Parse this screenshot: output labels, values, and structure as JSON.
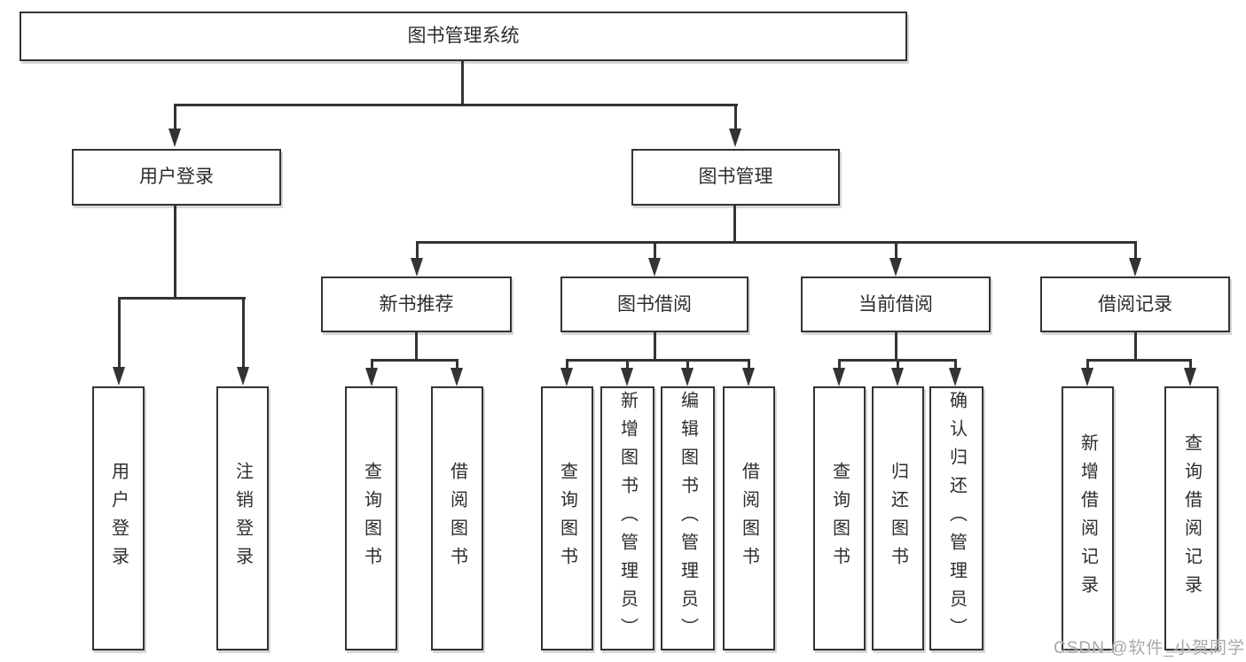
{
  "tree": {
    "root": {
      "label": "图书管理系统"
    },
    "branches": [
      {
        "label": "用户登录",
        "children": [
          {
            "label": "用户登录"
          },
          {
            "label": "注销登录"
          }
        ]
      },
      {
        "label": "图书管理",
        "children": [
          {
            "label": "新书推荐",
            "children": [
              {
                "label": "查询图书"
              },
              {
                "label": "借阅图书"
              }
            ]
          },
          {
            "label": "图书借阅",
            "children": [
              {
                "label": "查询图书"
              },
              {
                "label": "新增图书（管理员）"
              },
              {
                "label": "编辑图书（管理员）"
              },
              {
                "label": "借阅图书"
              }
            ]
          },
          {
            "label": "当前借阅",
            "children": [
              {
                "label": "查询图书"
              },
              {
                "label": "归还图书"
              },
              {
                "label": "确认归还（管理员）"
              }
            ]
          },
          {
            "label": "借阅记录",
            "children": [
              {
                "label": "新增借阅记录"
              },
              {
                "label": "查询借阅记录"
              }
            ]
          }
        ]
      }
    ]
  },
  "watermark": {
    "text": "CSDN @软件_小贺同学"
  },
  "colors": {
    "line": "#333333",
    "text": "#2d2d2d",
    "box_background": "#ffffff",
    "page_background": "#ffffff",
    "watermark": "#9e9e9e"
  }
}
